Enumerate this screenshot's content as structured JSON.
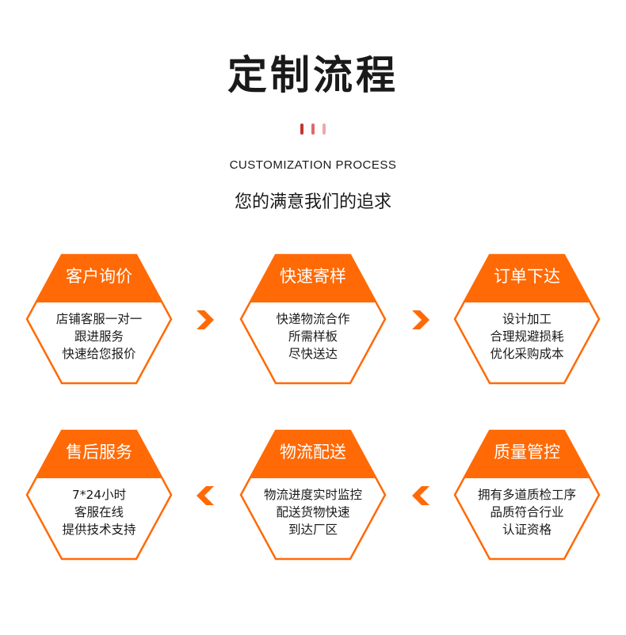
{
  "header": {
    "title": "定制流程",
    "subtitle": "CUSTOMIZATION PROCESS",
    "tagline": "您的满意我们的追求"
  },
  "colors": {
    "accent": "#ff6a06",
    "bar_colors": [
      "#c0372d",
      "#e0686a",
      "#f0a8a8"
    ],
    "outline": "#ff6a06"
  },
  "steps": [
    {
      "label": "客户询价",
      "lines": [
        "店铺客服一对一",
        "跟进服务",
        "快速给您报价"
      ]
    },
    {
      "label": "快速寄样",
      "lines": [
        "快递物流合作",
        "所需样板",
        "尽快送达"
      ]
    },
    {
      "label": "订单下达",
      "lines": [
        "设计加工",
        "合理规避损耗",
        "优化采购成本"
      ]
    },
    {
      "label": "售后服务",
      "lines": [
        "7*24小时",
        "客服在线",
        "提供技术支持"
      ]
    },
    {
      "label": "物流配送",
      "lines": [
        "物流进度实时监控",
        "配送货物快速",
        "到达厂区"
      ]
    },
    {
      "label": "质量管控",
      "lines": [
        "拥有多道质检工序",
        "品质符合行业",
        "认证资格"
      ]
    }
  ],
  "arrows": [
    "chevron-right-icon",
    "chevron-right-icon",
    "chevron-left-icon",
    "chevron-left-icon"
  ]
}
